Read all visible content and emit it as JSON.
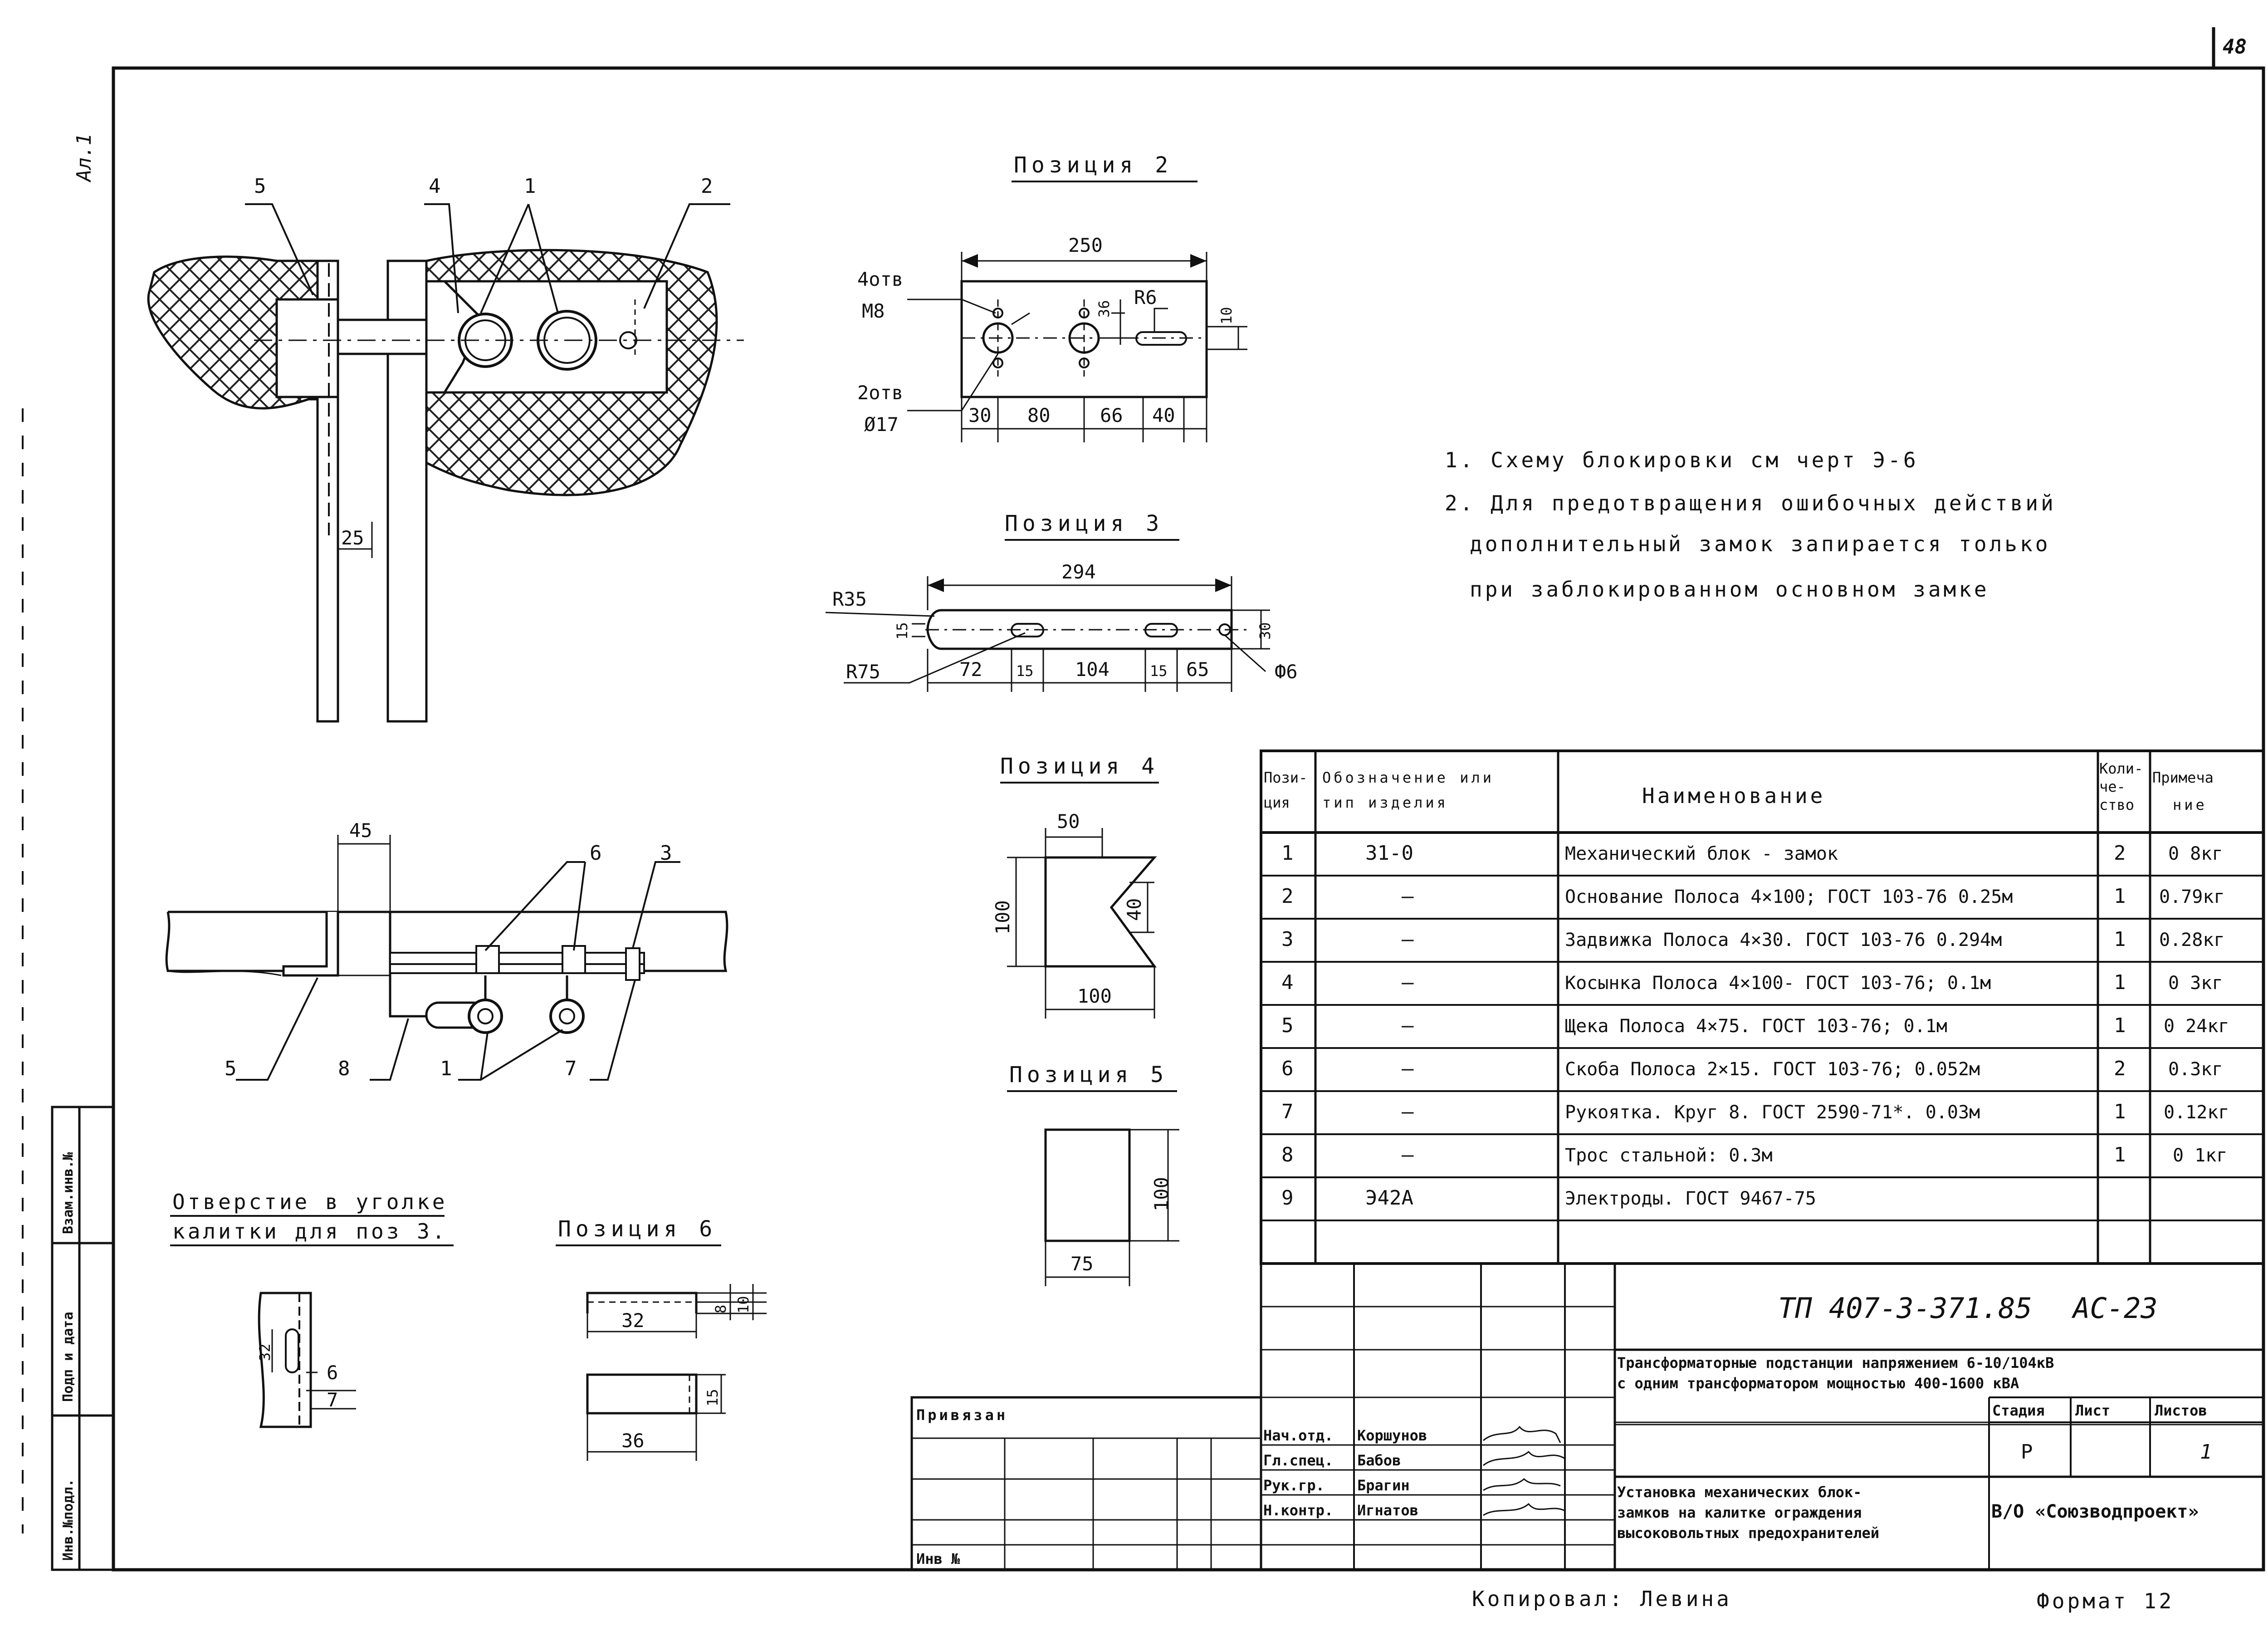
{
  "sheet": {
    "page_number": "48",
    "margin_mark": "Ал.1",
    "copied_by": "Копировал: Левина",
    "format": "Формат 12"
  },
  "side_stamp": {
    "inv_no_podl": "Инв.№подл.",
    "podp_data": "Подп и дата",
    "vzam_inv": "Взам.инв.№"
  },
  "views": {
    "top_callouts": [
      "5",
      "4",
      "1",
      "2"
    ],
    "top_dim": "25",
    "side_callouts_top": [
      "45",
      "6",
      "3"
    ],
    "side_callouts_bottom": [
      "5",
      "8",
      "1",
      "7"
    ]
  },
  "pos2": {
    "title": "Позиция 2",
    "holes4": "4отв",
    "m8": "М8",
    "holes2": "2отв",
    "d17": "Ø17",
    "width": "250",
    "r6": "R6",
    "d36": "36",
    "d10": "10",
    "segments": [
      "30",
      "80",
      "66",
      "40"
    ]
  },
  "pos3": {
    "title": "Позиция 3",
    "length": "294",
    "r35": "R35",
    "r75": "R75",
    "d15": "15",
    "d30": "30",
    "phi6": "Ф6",
    "segments": [
      "72",
      "15",
      "104",
      "15",
      "65"
    ]
  },
  "pos4": {
    "title": "Позиция 4",
    "top": "50",
    "height": "100",
    "notch": "40",
    "bottom": "100"
  },
  "pos5": {
    "title": "Позиция 5",
    "height": "100",
    "width": "75"
  },
  "pos6": {
    "title": "Позиция 6",
    "w1": "32",
    "h1": "8",
    "h2": "10",
    "w2": "36",
    "h3": "15"
  },
  "hole_note": {
    "line1": "Отверстие в уголке",
    "line2": "калитки для поз 3.",
    "d32": "32",
    "d6": "6",
    "d7": "7"
  },
  "notes": [
    "1. Схему блокировки см черт Э-6",
    "2. Для предотвращения ошибочных действий",
    "дополнительный замок запирается только",
    "при заблокированном основном замке"
  ],
  "spec_table": {
    "headers": {
      "pos_1": "Пози-",
      "pos_2": "ция",
      "design_1": "Обозначение или",
      "design_2": "тип изделия",
      "name": "Наименование",
      "qty_1": "Коли-",
      "qty_2": "че-",
      "qty_3": "ство",
      "note_1": "Примеча",
      "note_2": "ние"
    },
    "rows": [
      {
        "pos": "1",
        "design": "31-0",
        "name": "Механический блок - замок",
        "qty": "2",
        "note": "0 8кг"
      },
      {
        "pos": "2",
        "design": "—",
        "name": "Основание Полоса 4×100; ГОСТ 103-76 0.25м",
        "qty": "1",
        "note": "0.79кг"
      },
      {
        "pos": "3",
        "design": "—",
        "name": "Задвижка Полоса 4×30. ГОСТ 103-76 0.294м",
        "qty": "1",
        "note": "0.28кг"
      },
      {
        "pos": "4",
        "design": "—",
        "name": "Косынка Полоса 4×100- ГОСТ 103-76; 0.1м",
        "qty": "1",
        "note": "0 3кг"
      },
      {
        "pos": "5",
        "design": "—",
        "name": "Щека Полоса 4×75. ГОСТ 103-76; 0.1м",
        "qty": "1",
        "note": "0 24кг"
      },
      {
        "pos": "6",
        "design": "—",
        "name": "Скоба Полоса 2×15. ГОСТ 103-76; 0.052м",
        "qty": "2",
        "note": "0.3кг"
      },
      {
        "pos": "7",
        "design": "—",
        "name": "Рукоятка. Круг 8. ГОСТ 2590-71*. 0.03м",
        "qty": "1",
        "note": "0.12кг"
      },
      {
        "pos": "8",
        "design": "—",
        "name": "Трос стальной: 0.3м",
        "qty": "1",
        "note": "0 1кг"
      },
      {
        "pos": "9",
        "design": "Э42А",
        "name": "Электроды. ГОСТ 9467-75",
        "qty": "",
        "note": ""
      }
    ]
  },
  "title_block": {
    "doc_code": "ТП 407-3-371.85",
    "sheet_code": "АС-23",
    "project_1": "Трансформаторные подстанции напряжением 6-10/104кВ",
    "project_2": "с одним трансформатором мощностью 400-1600 кВА",
    "privyazan": "Привязан",
    "inv_no": "Инв №",
    "stage_label": "Стадия",
    "sheet_label": "Лист",
    "sheets_label": "Листов",
    "stage_value": "Р",
    "sheets_value": "1",
    "sheet_title_1": "Установка механических блок-",
    "sheet_title_2": "замков на калитке ограждения",
    "sheet_title_3": "высоковольтных предохранителей",
    "org": "В/О «Союзводпроект»",
    "staff": [
      {
        "role": "Нач.отд.",
        "name": "Коршунов"
      },
      {
        "role": "Гл.спец.",
        "name": "Бабов"
      },
      {
        "role": "Рук.гр.",
        "name": "Брагин"
      },
      {
        "role": "Н.контр.",
        "name": "Игнатов"
      }
    ]
  }
}
